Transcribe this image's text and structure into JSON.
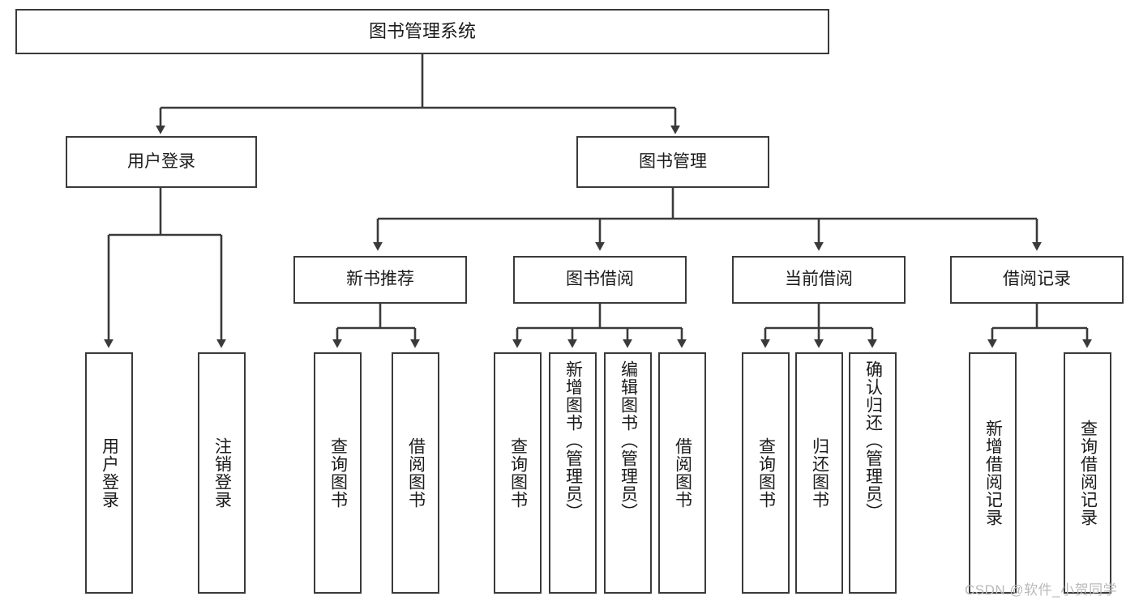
{
  "diagram": {
    "title": "图书管理系统",
    "type": "tree-hierarchy-chart",
    "root": {
      "label": "图书管理系统"
    },
    "level2": [
      {
        "label": "用户登录"
      },
      {
        "label": "图书管理"
      }
    ],
    "level3": [
      {
        "label": "新书推荐"
      },
      {
        "label": "图书借阅"
      },
      {
        "label": "当前借阅"
      },
      {
        "label": "借阅记录"
      }
    ],
    "leaves": {
      "user_login": [
        {
          "label": "用户登录"
        },
        {
          "label": "注销登录"
        }
      ],
      "new_book_recommend": [
        {
          "label": "查询图书"
        },
        {
          "label": "借阅图书"
        }
      ],
      "book_borrow": [
        {
          "label": "查询图书"
        },
        {
          "label": "新增图书（管理员）"
        },
        {
          "label": "编辑图书（管理员）"
        },
        {
          "label": "借阅图书"
        }
      ],
      "current_borrow": [
        {
          "label": "查询图书"
        },
        {
          "label": "归还图书"
        },
        {
          "label": "确认归还（管理员）"
        }
      ],
      "borrow_records": [
        {
          "label": "新增借阅记录"
        },
        {
          "label": "查询借阅记录"
        }
      ]
    }
  },
  "watermark": {
    "text": "CSDN @软件_小贺同学"
  },
  "colors": {
    "stroke": "#3a3a3a",
    "text": "#1b1b1b",
    "background": "#ffffff",
    "watermark": "#b9b9b9"
  }
}
